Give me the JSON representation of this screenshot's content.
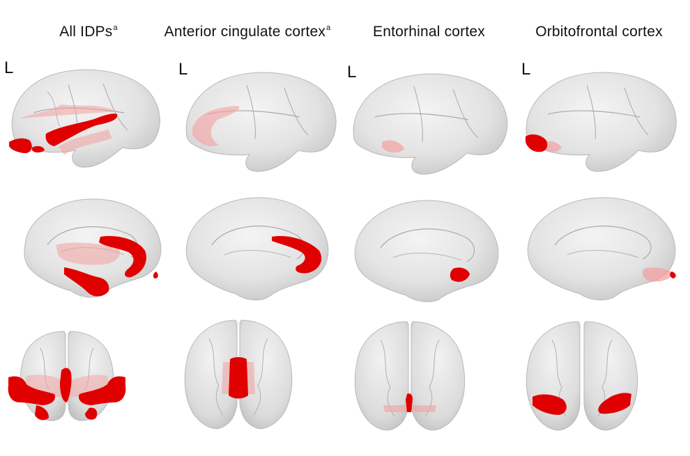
{
  "columns": [
    {
      "title": "All IDPs",
      "superscript": "a",
      "side_label": "L"
    },
    {
      "title": "Anterior cingulate cortex",
      "superscript": "a",
      "side_label": "L"
    },
    {
      "title": "Entorhinal cortex",
      "superscript": "",
      "side_label": "L"
    },
    {
      "title": "Orbitofrontal cortex",
      "superscript": "",
      "side_label": "L"
    }
  ],
  "views": [
    "lateral",
    "medial",
    "frontal"
  ],
  "colors": {
    "brain": "#e6e6e6",
    "brain_shade": "#c9c9c9",
    "sulcus": "#a9a9a9",
    "highlight": "#e10000",
    "highlight_translucent": "#f3a0a0"
  }
}
